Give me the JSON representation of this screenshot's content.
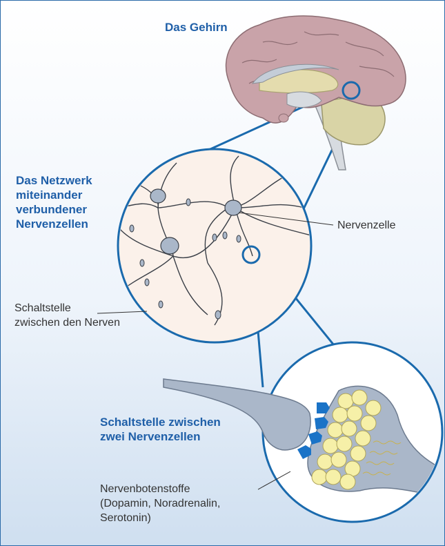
{
  "labels": {
    "brain_title": "Das Gehirn",
    "network_title": [
      "Das Netzwerk",
      "miteinander",
      "verbundener",
      "Nervenzellen"
    ],
    "nerve_cell": "Nervenzelle",
    "junction_small": [
      "Schaltstelle",
      "zwischen den Nerven"
    ],
    "synapse_title": [
      "Schaltstelle zwischen",
      "zwei Nervenzellen"
    ],
    "neurotransmitters": [
      "Nervenbotenstoffe",
      "(Dopamin, Noradrenalin,",
      "Serotonin)"
    ]
  },
  "colors": {
    "title_blue": "#1f5fa8",
    "line_blue": "#1a6aad",
    "brain_pink": "#c9a3a9",
    "vesicle_yellow": "#f6f0a8",
    "neuron_gray": "#aab7c9",
    "arrow_blue": "#1a73c7"
  }
}
